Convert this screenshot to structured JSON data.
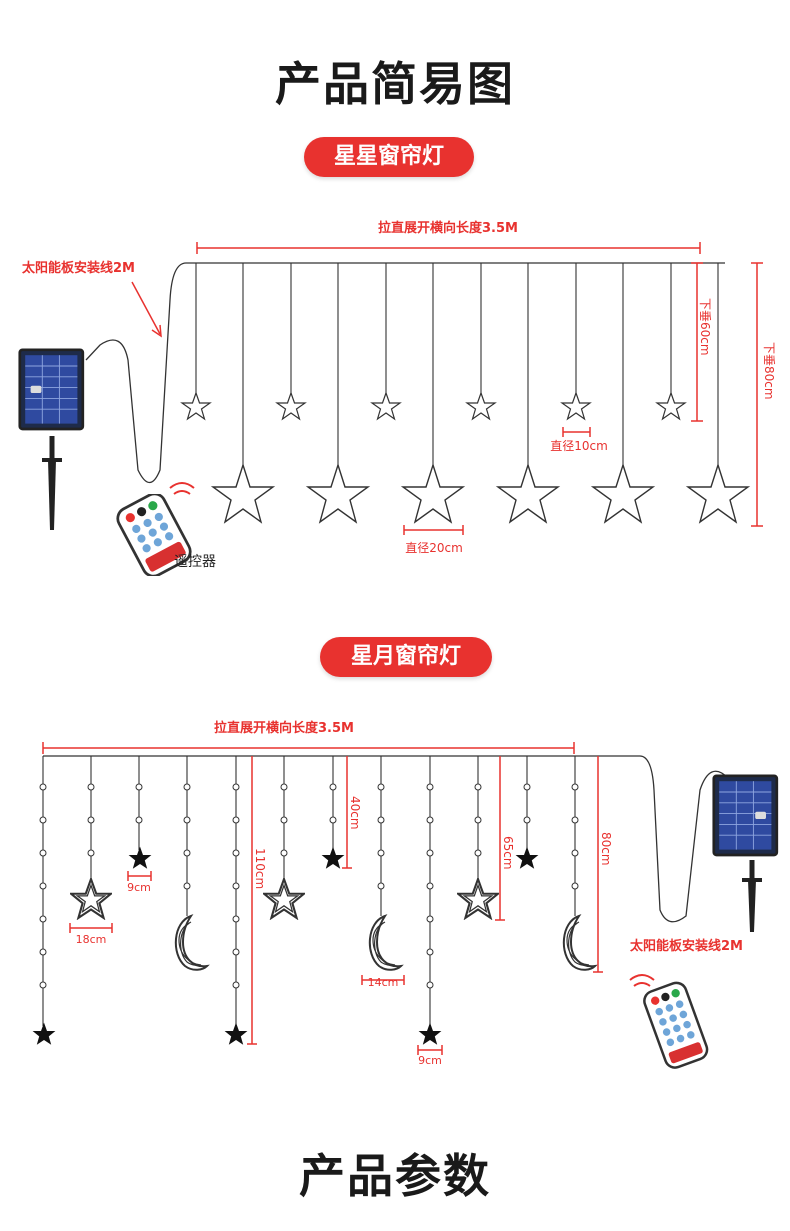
{
  "titles": {
    "simple_diagram": "产品简易图",
    "parameters": "产品参数"
  },
  "star_curtain": {
    "heading": "星星窗帘灯",
    "width_label": "拉直展开横向长度3.5M",
    "solar_cable_label": "太阳能板安装线2M",
    "remote_label": "遥控器",
    "drop_short_label": "下垂60cm",
    "drop_long_label": "下垂80cm",
    "small_star_dia": "直径10cm",
    "big_star_dia": "直径20cm"
  },
  "moon_curtain": {
    "heading": "星月窗帘灯",
    "width_label": "拉直展开横向长度3.5M",
    "solar_cable_label": "太阳能板安装线2M",
    "drop_40": "40cm",
    "drop_65": "65cm",
    "drop_80": "80cm",
    "drop_110": "110cm",
    "dim_18": "18cm",
    "dim_9a": "9cm",
    "dim_14": "14cm",
    "dim_9b": "9cm"
  },
  "colors": {
    "accent": "#e8322f",
    "wire": "#333333"
  }
}
